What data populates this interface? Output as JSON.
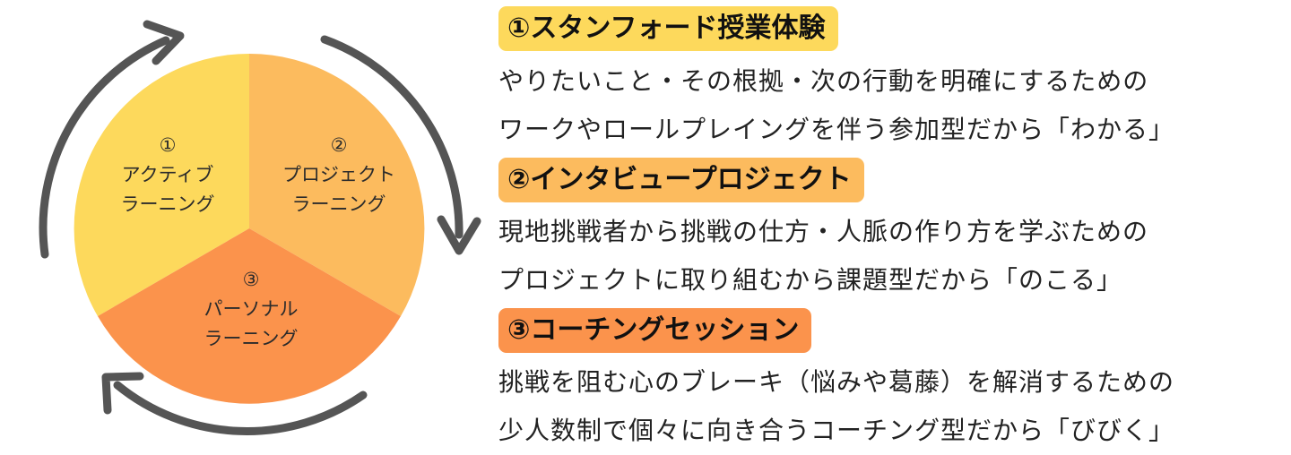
{
  "colors": {
    "slice1": "#FDD95C",
    "slice2": "#FCBB5E",
    "slice3": "#FB934C",
    "arrow": "#555555",
    "title1_bg": "#FDD95C",
    "title2_bg": "#FCBB5E",
    "title3_bg": "#FB934C"
  },
  "cycle": {
    "segments": [
      {
        "number": "①",
        "line1": "アクティブ",
        "line2": "ラーニング"
      },
      {
        "number": "②",
        "line1": "プロジェクト",
        "line2": "ラーニング"
      },
      {
        "number": "③",
        "line1": "パーソナル",
        "line2": "ラーニング"
      }
    ],
    "arrow_icon": "circular-arrow-icon"
  },
  "sections": [
    {
      "title": "①スタンフォード授業体験",
      "lines": [
        "やりたいこと・その根拠・次の行動を明確にするための",
        "ワークやロールプレイングを伴う参加型だから「わかる」"
      ]
    },
    {
      "title": "②インタビュープロジェクト",
      "lines": [
        "現地挑戦者から挑戦の仕方・人脈の作り方を学ぶための",
        "プロジェクトに取り組むから課題型だから「のこる」"
      ]
    },
    {
      "title": "③コーチングセッション",
      "lines": [
        "挑戦を阻む心のブレーキ（悩みや葛藤）を解消するための",
        "少人数制で個々に向き合うコーチング型だから「びびく」"
      ]
    }
  ]
}
